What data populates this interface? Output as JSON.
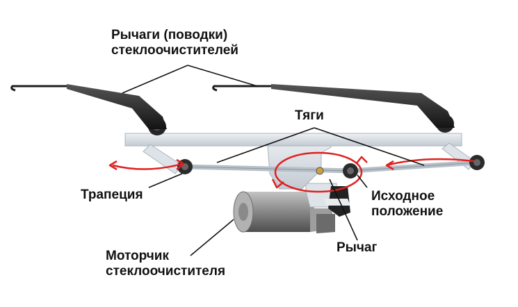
{
  "labels": {
    "wiper_arms_line1": "Рычаги (поводки)",
    "wiper_arms_line2": "стеклоочистителей",
    "rods": "Тяги",
    "trapezoid": "Трапеция",
    "initial_position_line1": "Исходное",
    "initial_position_line2": "положение",
    "lever": "Рычаг",
    "motor_line1": "Моторчик",
    "motor_line2": "стеклоочистителя"
  },
  "colors": {
    "rotation_arrows": "#e02020",
    "arm_dark": "#1e1e1e",
    "frame_metal": "#d4dbe2",
    "motor_body": "#8a8a8a",
    "leader_lines": "#111111",
    "text": "#111111"
  }
}
